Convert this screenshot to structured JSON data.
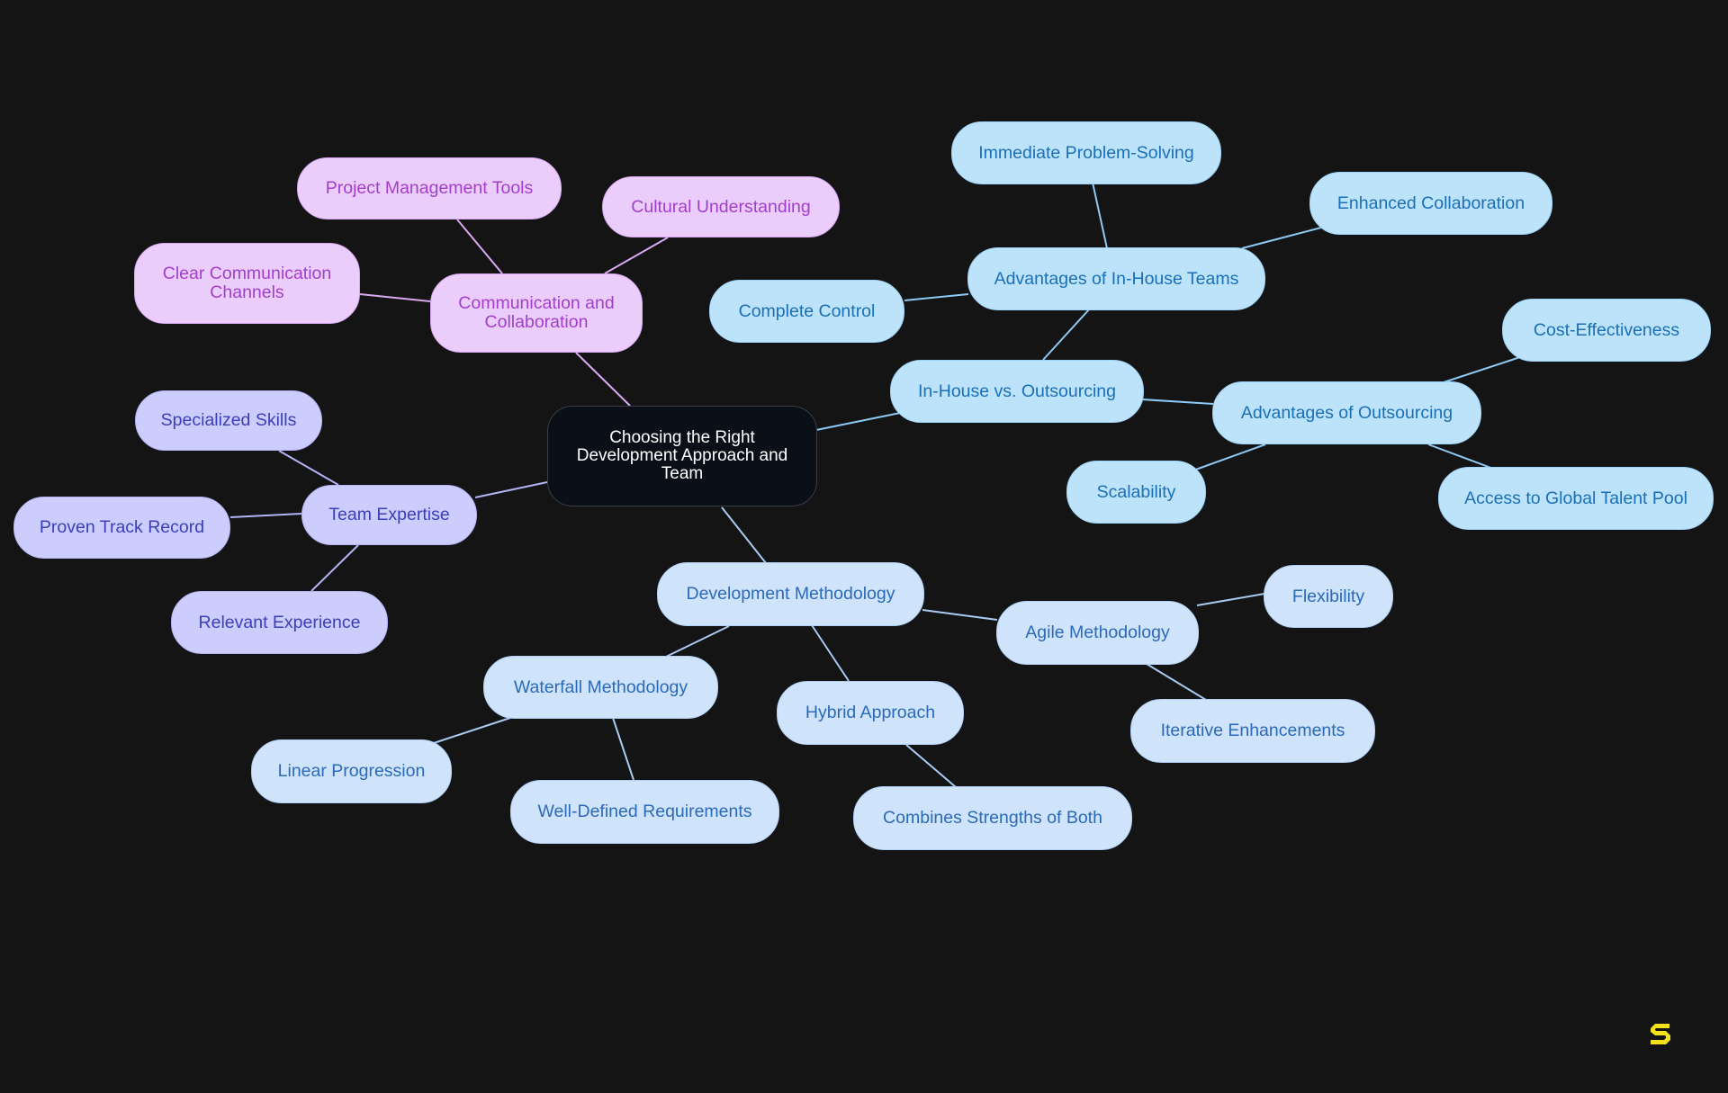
{
  "diagram": {
    "root": {
      "label": "Choosing the Right Development Approach and Team"
    },
    "communication": {
      "label": "Communication and Collaboration",
      "children": [
        "Project Management Tools",
        "Cultural Understanding",
        "Clear Communication Channels"
      ]
    },
    "team": {
      "label": "Team Expertise",
      "children": [
        "Specialized Skills",
        "Proven Track Record",
        "Relevant Experience"
      ]
    },
    "inhouse_vs_outsourcing": {
      "label": "In-House vs. Outsourcing",
      "inhouse": {
        "label": "Advantages of In-House Teams",
        "children": [
          "Immediate Problem-Solving",
          "Enhanced Collaboration",
          "Complete Control"
        ]
      },
      "outsourcing": {
        "label": "Advantages of Outsourcing",
        "children": [
          "Cost-Effectiveness",
          "Scalability",
          "Access to Global Talent Pool"
        ]
      }
    },
    "methodology": {
      "label": "Development Methodology",
      "agile": {
        "label": "Agile Methodology",
        "children": [
          "Flexibility",
          "Iterative Enhancements"
        ]
      },
      "waterfall": {
        "label": "Waterfall Methodology",
        "children": [
          "Linear Progression",
          "Well-Defined Requirements"
        ]
      },
      "hybrid": {
        "label": "Hybrid Approach",
        "children": [
          "Combines Strengths of Both"
        ]
      }
    }
  },
  "colors": {
    "background": "#141414",
    "communication": "#d8a9f1",
    "team": "#b3b4f6",
    "inhouse_outsourcing": "#8ec9f3",
    "methodology": "#a9cbf2",
    "logo": "#f2e21b"
  },
  "logo": {
    "icon": "brand-s-logo-icon"
  }
}
